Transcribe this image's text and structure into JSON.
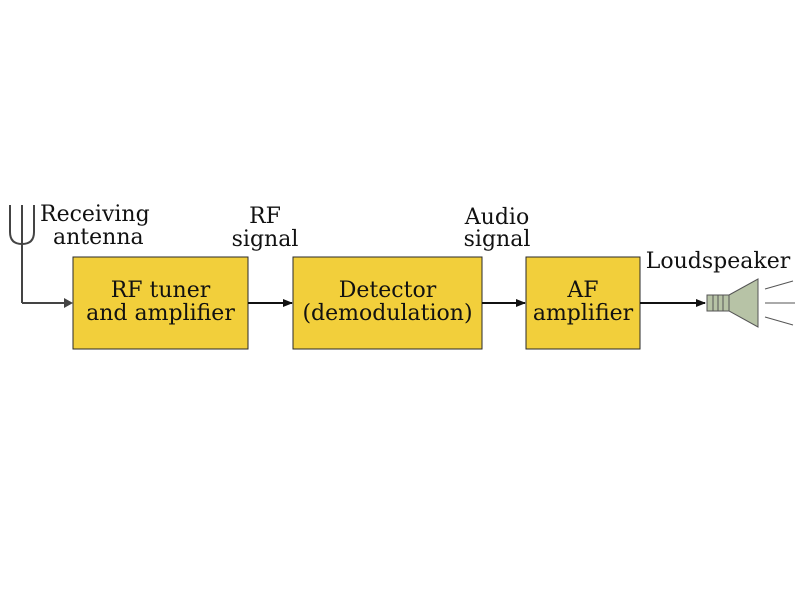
{
  "antenna": {
    "label_line1": "Receiving",
    "label_line2": "antenna",
    "icon": "antenna-icon"
  },
  "blocks": {
    "rf_tuner": {
      "line1": "RF tuner",
      "line2": "and amplifier"
    },
    "detector": {
      "line1": "Detector",
      "line2": "(demodulation)"
    },
    "af_amplifier": {
      "line1": "AF",
      "line2": "amplifier"
    }
  },
  "signals": {
    "rf": {
      "line1": "RF",
      "line2": "signal"
    },
    "audio": {
      "line1": "Audio",
      "line2": "signal"
    }
  },
  "speaker": {
    "label": "Loudspeaker",
    "icon": "loudspeaker-icon"
  },
  "colors": {
    "block_fill": "#f2cf3b",
    "speaker_fill": "#b7c3a6"
  }
}
